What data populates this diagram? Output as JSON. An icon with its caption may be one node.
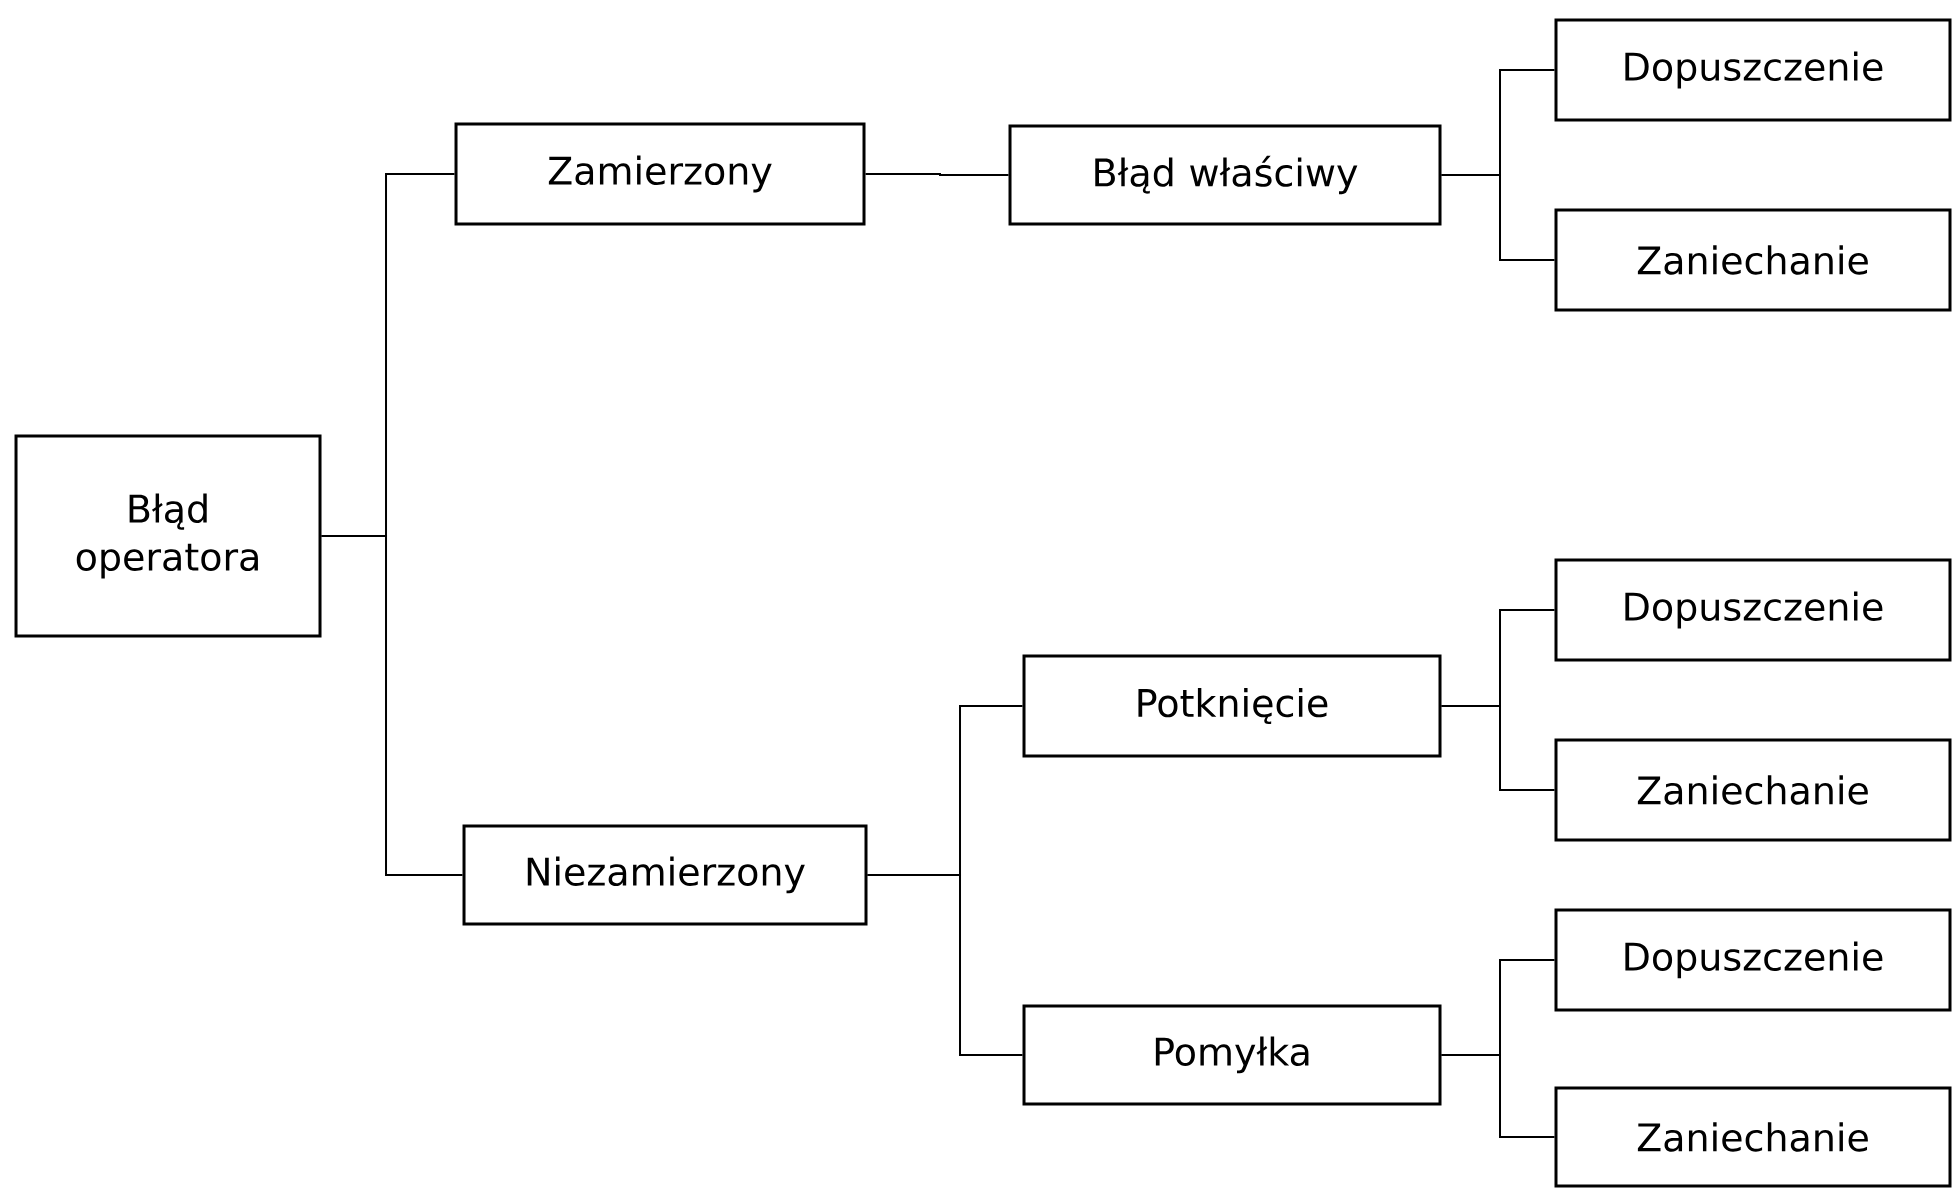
{
  "diagram": {
    "nodes": [
      {
        "text": [
          "Błąd operatora"
        ]
      },
      {
        "text": [
          "Zamierzony"
        ]
      },
      {
        "text": [
          "Niezamierzony"
        ]
      },
      {
        "text": [
          "Błąd właściwy"
        ]
      },
      {
        "text": [
          "Dopuszczenie"
        ]
      },
      {
        "text": [
          "Zaniechanie"
        ]
      },
      {
        "text": [
          "Potknięcie"
        ]
      },
      {
        "text": [
          "Pomyłka"
        ]
      },
      {
        "text": [
          "Dopuszczenie"
        ]
      },
      {
        "text": [
          "Zaniechanie"
        ]
      },
      {
        "text": [
          "Dopuszczenie"
        ]
      },
      {
        "text": [
          "Zaniechanie"
        ]
      }
    ],
    "edges": [
      {
        "from": 0,
        "to": 1,
        "arrow": "none"
      },
      {
        "from": 0,
        "to": 2,
        "arrow": "none"
      },
      {
        "from": 1,
        "to": 3,
        "arrow": "none"
      },
      {
        "from": 3,
        "to": 4,
        "arrow": "none"
      },
      {
        "from": 3,
        "to": 5,
        "arrow": "none"
      },
      {
        "from": 2,
        "to": 6,
        "arrow": "none"
      },
      {
        "from": 2,
        "to": 7,
        "arrow": "none"
      },
      {
        "from": 6,
        "to": 8,
        "arrow": "none"
      },
      {
        "from": 6,
        "to": 9,
        "arrow": "none"
      },
      {
        "from": 7,
        "to": 10,
        "arrow": "none"
      },
      {
        "from": 7,
        "to": 11,
        "arrow": "none"
      }
    ]
  }
}
